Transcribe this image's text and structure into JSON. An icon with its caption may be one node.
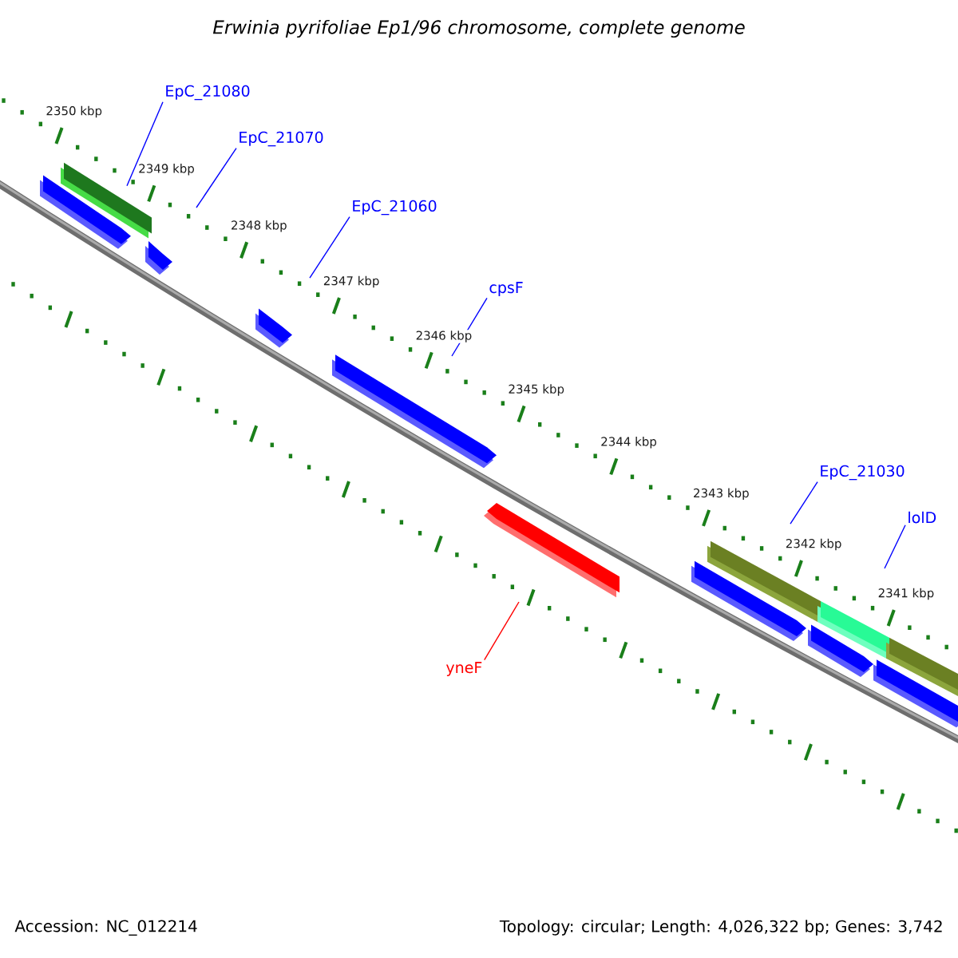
{
  "diagram": {
    "title": "Erwinia pyrifoliae Ep1/96 chromosome, complete genome",
    "nodes": [
      {
        "text": [
          "EpC_21080"
        ]
      },
      {
        "text": [
          "EpC_21070"
        ]
      },
      {
        "text": [
          "EpC_21060"
        ]
      },
      {
        "text": [
          "cpsF"
        ]
      },
      {
        "text": [
          "EpC_21030"
        ]
      },
      {
        "text": [
          "lolD"
        ]
      },
      {
        "text": [
          "yneF"
        ]
      },
      {
        "text": [],
        "shape": "bar"
      }
    ],
    "edges": [
      {
        "from": 0,
        "to": 7,
        "arrow": "none"
      },
      {
        "from": 1,
        "to": null,
        "arrow": "none"
      },
      {
        "from": 2,
        "to": null,
        "arrow": "none"
      },
      {
        "from": 3,
        "to": null,
        "arrow": "none"
      },
      {
        "from": 4,
        "to": null,
        "arrow": "none"
      },
      {
        "from": 5,
        "to": null,
        "arrow": "none"
      },
      {
        "from": 6,
        "to": null,
        "arrow": "none",
        "color": "#ff0000"
      }
    ],
    "labels": [
      "2350 kbp",
      "2349 kbp",
      "2348 kbp",
      "2347 kbp",
      "2346 kbp",
      "2345 kbp",
      "2344 kbp",
      "2343 kbp",
      "2342 kbp",
      "2341 kbp",
      "Accession: NC_012214",
      "Topology: circular; Length: 4,026,322 bp; Genes: 3,742"
    ]
  }
}
